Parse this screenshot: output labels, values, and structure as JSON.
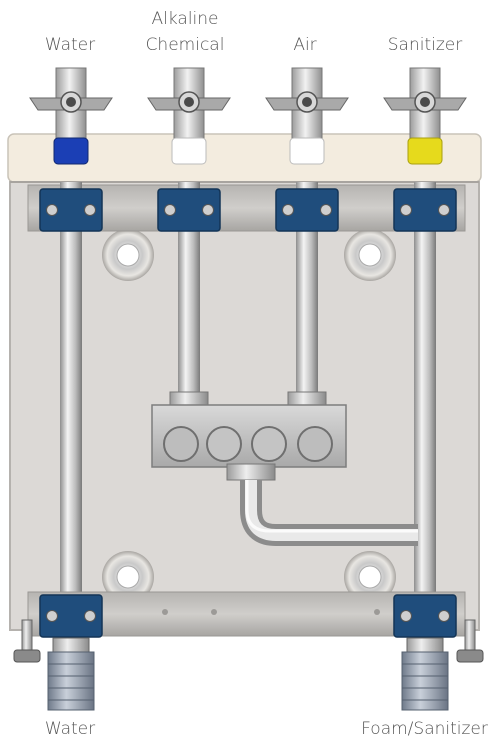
{
  "labels": {
    "inlet_water": "Water",
    "inlet_alkaline_line1": "Alkaline",
    "inlet_alkaline_line2": "Chemical",
    "inlet_air": "Air",
    "inlet_sanitizer": "Sanitizer",
    "outlet_water": "Water",
    "outlet_foam": "Foam/Sanitizer"
  },
  "colors": {
    "water_cap": "#1b3fb5",
    "alkaline_cap": "#ffffff",
    "air_cap": "#ffffff",
    "sanitizer_cap": "#e6da1c",
    "clamp_blue": "#1f4d7c",
    "panel": "#dcd9d6",
    "top_band": "#f3ecdf"
  }
}
